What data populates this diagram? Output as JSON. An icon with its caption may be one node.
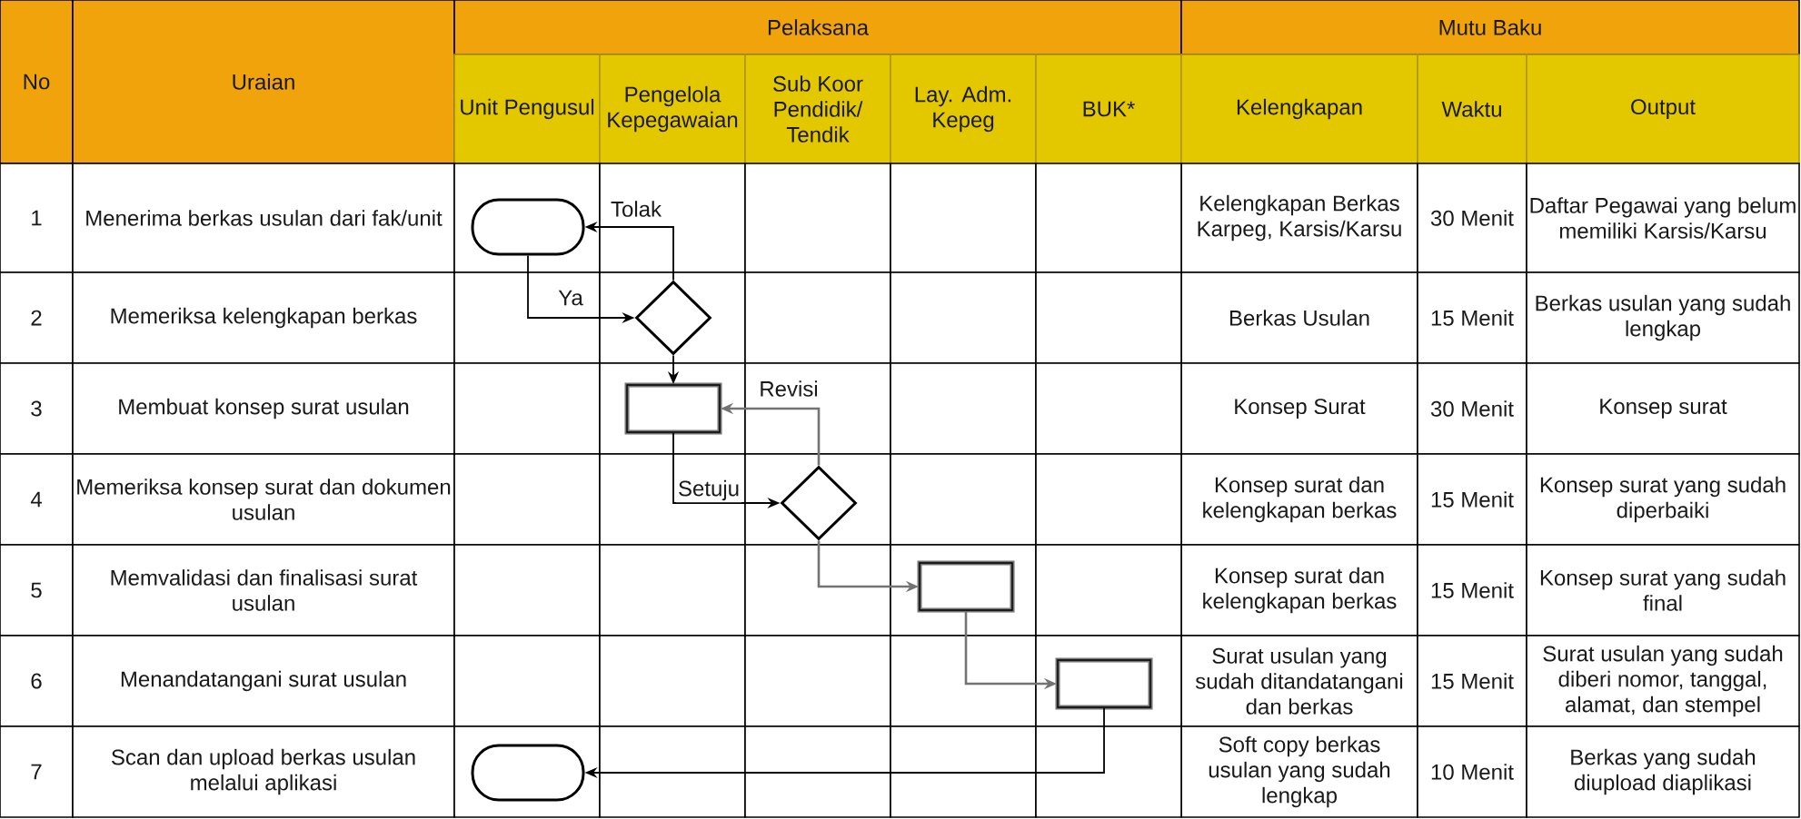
{
  "diagram": {
    "nodes": [
      {
        "text": [],
        "shape": "oval"
      },
      {
        "text": [],
        "shape": "diamond"
      },
      {
        "text": [],
        "shape": "box"
      },
      {
        "text": [],
        "shape": "diamond"
      },
      {
        "text": [],
        "shape": "box"
      },
      {
        "text": [],
        "shape": "box"
      },
      {
        "text": [],
        "shape": "oval"
      }
    ],
    "edges": [
      {
        "from": 0,
        "to": 1,
        "arrow": "to",
        "label": "Ya"
      },
      {
        "from": 1,
        "to": 0,
        "arrow": "to",
        "label": "Tolak"
      },
      {
        "from": 1,
        "to": 2,
        "arrow": "to"
      },
      {
        "from": 2,
        "to": 3,
        "arrow": "to",
        "label": "Setuju"
      },
      {
        "from": 3,
        "to": 2,
        "arrow": "to",
        "label": "Revisi",
        "color": "#737373"
      },
      {
        "from": 3,
        "to": 4,
        "arrow": "to",
        "color": "#737373"
      },
      {
        "from": 4,
        "to": 5,
        "arrow": "to",
        "color": "#737373"
      },
      {
        "from": 5,
        "to": 6,
        "arrow": "to"
      }
    ],
    "labels": [
      "No",
      "Uraian",
      "Pelaksana",
      "Mutu Baku",
      "Unit Pengusul",
      "Pengelola Kepegawaian",
      "Sub Koor Pendidik/ Tendik",
      "Lay. Adm. Kepeg",
      "BUK*",
      "Kelengkapan",
      "Waktu",
      "Output",
      "1",
      "Menerima berkas usulan dari fak/unit",
      "Kelengkapan Berkas Karpeg, Karsis/Karsu",
      "30 Menit",
      "Daftar Pegawai yang belum memiliki Karsis/Karsu",
      "2",
      "Memeriksa kelengkapan berkas",
      "Berkas Usulan",
      "15 Menit",
      "Berkas usulan yang sudah lengkap",
      "3",
      "Membuat konsep surat usulan",
      "Konsep Surat",
      "30 Menit",
      "Konsep surat",
      "4",
      "Memeriksa konsep surat dan dokumen usulan",
      "Konsep surat dan kelengkapan berkas",
      "15 Menit",
      "Konsep surat yang sudah diperbaiki",
      "5",
      "Memvalidasi dan finalisasi surat usulan",
      "Konsep surat dan kelengkapan berkas",
      "15 Menit",
      "Konsep surat yang sudah final",
      "6",
      "Menandatangani surat usulan",
      "Surat usulan yang sudah ditandatangani dan berkas",
      "15 Menit",
      "Surat usulan yang sudah diberi nomor, tanggal, alamat, dan stempel",
      "7",
      "Scan dan upload berkas usulan melalui aplikasi",
      "Soft copy berkas usulan yang sudah lengkap",
      "10 Menit",
      "Berkas yang sudah diupload diaplikasi"
    ]
  }
}
